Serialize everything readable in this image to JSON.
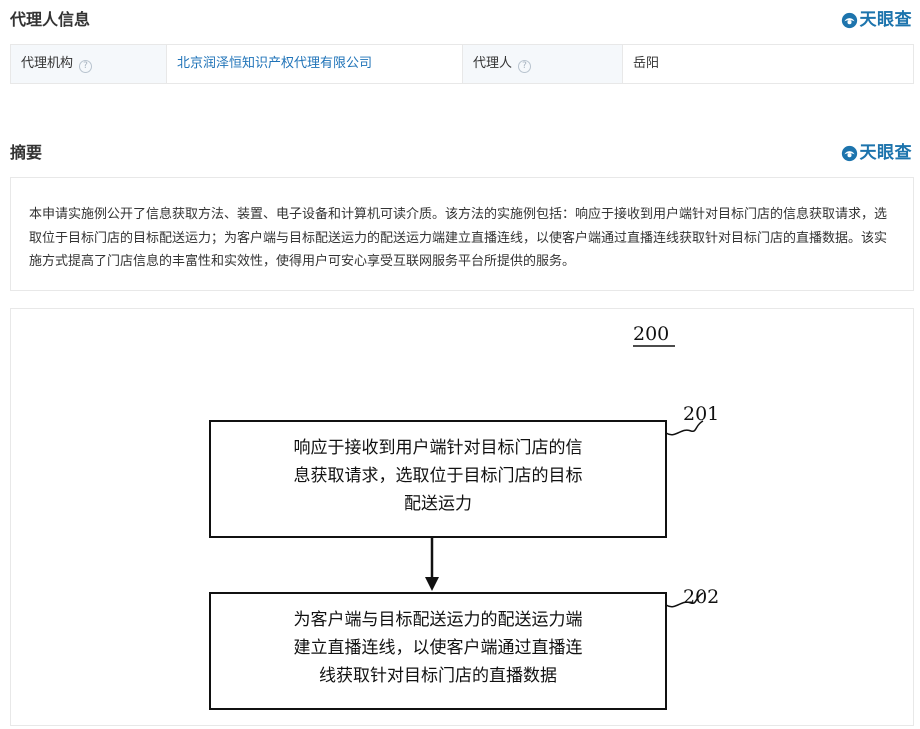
{
  "agent_section": {
    "title": "代理人信息",
    "brand": "天眼查",
    "org_label": "代理机构",
    "org_value": "北京润泽恒知识产权代理有限公司",
    "agent_label": "代理人",
    "agent_value": "岳阳"
  },
  "abstract_section": {
    "title": "摘要",
    "brand": "天眼查",
    "text": "本申请实施例公开了信息获取方法、装置、电子设备和计算机可读介质。该方法的实施例包括：响应于接收到用户端针对目标门店的信息获取请求，选取位于目标门店的目标配送运力；为客户端与目标配送运力的配送运力端建立直播连线，以使客户端通过直播连线获取针对目标门店的直播数据。该实施方式提高了门店信息的丰富性和实效性，使得用户可安心享受互联网服务平台所提供的服务。"
  },
  "figure": {
    "figure_number": "200",
    "step1": {
      "number": "201",
      "lines": [
        "响应于接收到用户端针对目标门店的信",
        "息获取请求，选取位于目标门店的目标",
        "配送运力"
      ]
    },
    "step2": {
      "number": "202",
      "lines": [
        "为客户端与目标配送运力的配送运力端",
        "建立直播连线，以使客户端通过直播连",
        "线获取针对目标门店的直播数据"
      ]
    }
  },
  "colors": {
    "brand": "#1d74ad",
    "link": "#1f73b8",
    "border": "#e8e8e8",
    "label_bg": "#f5f8fb"
  },
  "icons": [
    "brand-logo-icon",
    "help-circle-icon"
  ]
}
